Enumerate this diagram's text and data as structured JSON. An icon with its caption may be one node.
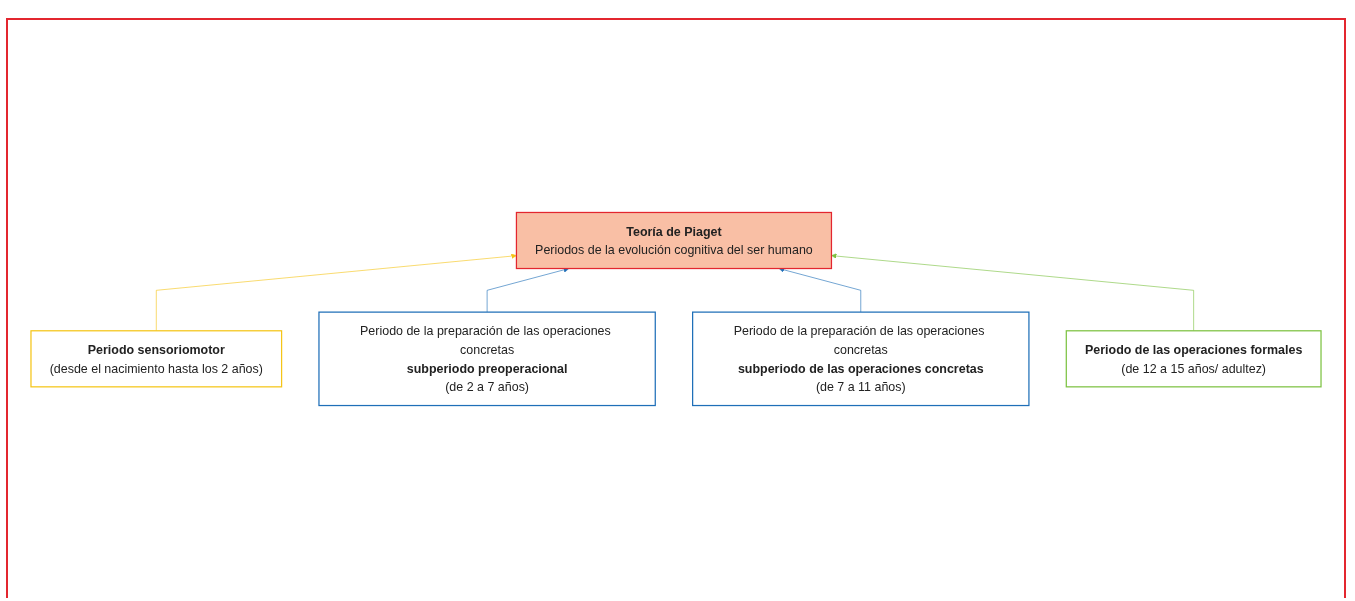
{
  "diagram": {
    "nodes": [
      {
        "text": [
          "**Teoría de Piaget**",
          "Periodos de la evolución cognitiva del ser humano"
        ]
      },
      {
        "text": [
          "**Periodo sensoriomotor**",
          "(desde el nacimiento hasta los 2 años)"
        ]
      },
      {
        "text": [
          "Periodo de la preparación de las operaciones concretas",
          "**subperiodo preoperacional**",
          "(de 2 a 7 años)"
        ]
      },
      {
        "text": [
          "Periodo de la preparación de las operaciones concretas",
          "**subperiodo de las operaciones concretas**",
          "(de 7 a 11 años)"
        ]
      },
      {
        "text": [
          "**Periodo de las operaciones formales**",
          "(de 12 a 15 años/ adultez)"
        ]
      }
    ],
    "edges": [
      {
        "from": 1,
        "to": 0,
        "arrow": "to",
        "color": "#f5c518"
      },
      {
        "from": 2,
        "to": 0,
        "arrow": "to",
        "color": "#1f6fb8"
      },
      {
        "from": 3,
        "to": 0,
        "arrow": "to",
        "color": "#1f6fb8"
      },
      {
        "from": 4,
        "to": 0,
        "arrow": "to",
        "color": "#7dc242"
      }
    ]
  }
}
